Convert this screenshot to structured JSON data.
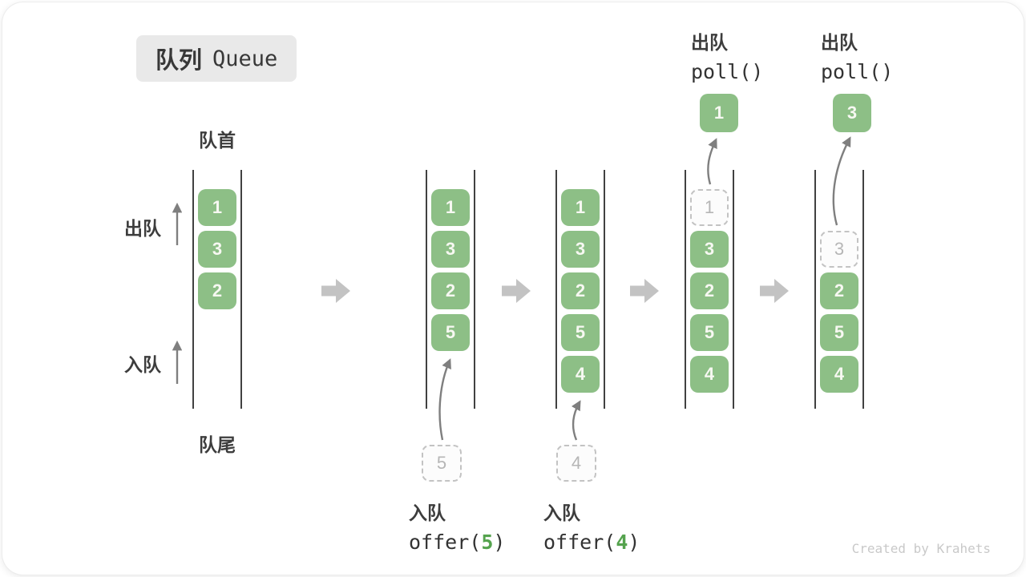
{
  "title": {
    "zh": "队列",
    "en": "Queue"
  },
  "side_labels": {
    "front": "队首",
    "rear": "队尾",
    "dequeue": "出队",
    "enqueue": "入队"
  },
  "watermark": "Created by Krahets",
  "colors": {
    "box_green": "#8dbf86",
    "arg_green": "#55a34e",
    "column_line": "#414141",
    "dashed_border": "#c3c3c3",
    "block_arrow_gray": "#c3c3c3",
    "thin_arrow_gray": "#808080",
    "badge_bg": "#e9e9e9"
  },
  "stages": [
    {
      "name": "initial",
      "boxes": [
        "1",
        "3",
        "2"
      ]
    },
    {
      "name": "after-offer-5",
      "boxes": [
        "1",
        "3",
        "2",
        "5"
      ],
      "incoming_value": "5",
      "op": {
        "label": "入队",
        "fn": "offer(",
        "arg": "5",
        "close": ")"
      }
    },
    {
      "name": "after-offer-4",
      "boxes": [
        "1",
        "3",
        "2",
        "5",
        "4"
      ],
      "incoming_value": "4",
      "op": {
        "label": "入队",
        "fn": "offer(",
        "arg": "4",
        "close": ")"
      }
    },
    {
      "name": "after-poll-1",
      "removed_value": "1",
      "boxes": [
        "3",
        "2",
        "5",
        "4"
      ],
      "popped_value": "1",
      "op": {
        "label": "出队",
        "code": "poll()"
      }
    },
    {
      "name": "after-poll-3",
      "removed_value": "3",
      "boxes": [
        "2",
        "5",
        "4"
      ],
      "popped_value": "3",
      "op": {
        "label": "出队",
        "code": "poll()"
      }
    }
  ]
}
